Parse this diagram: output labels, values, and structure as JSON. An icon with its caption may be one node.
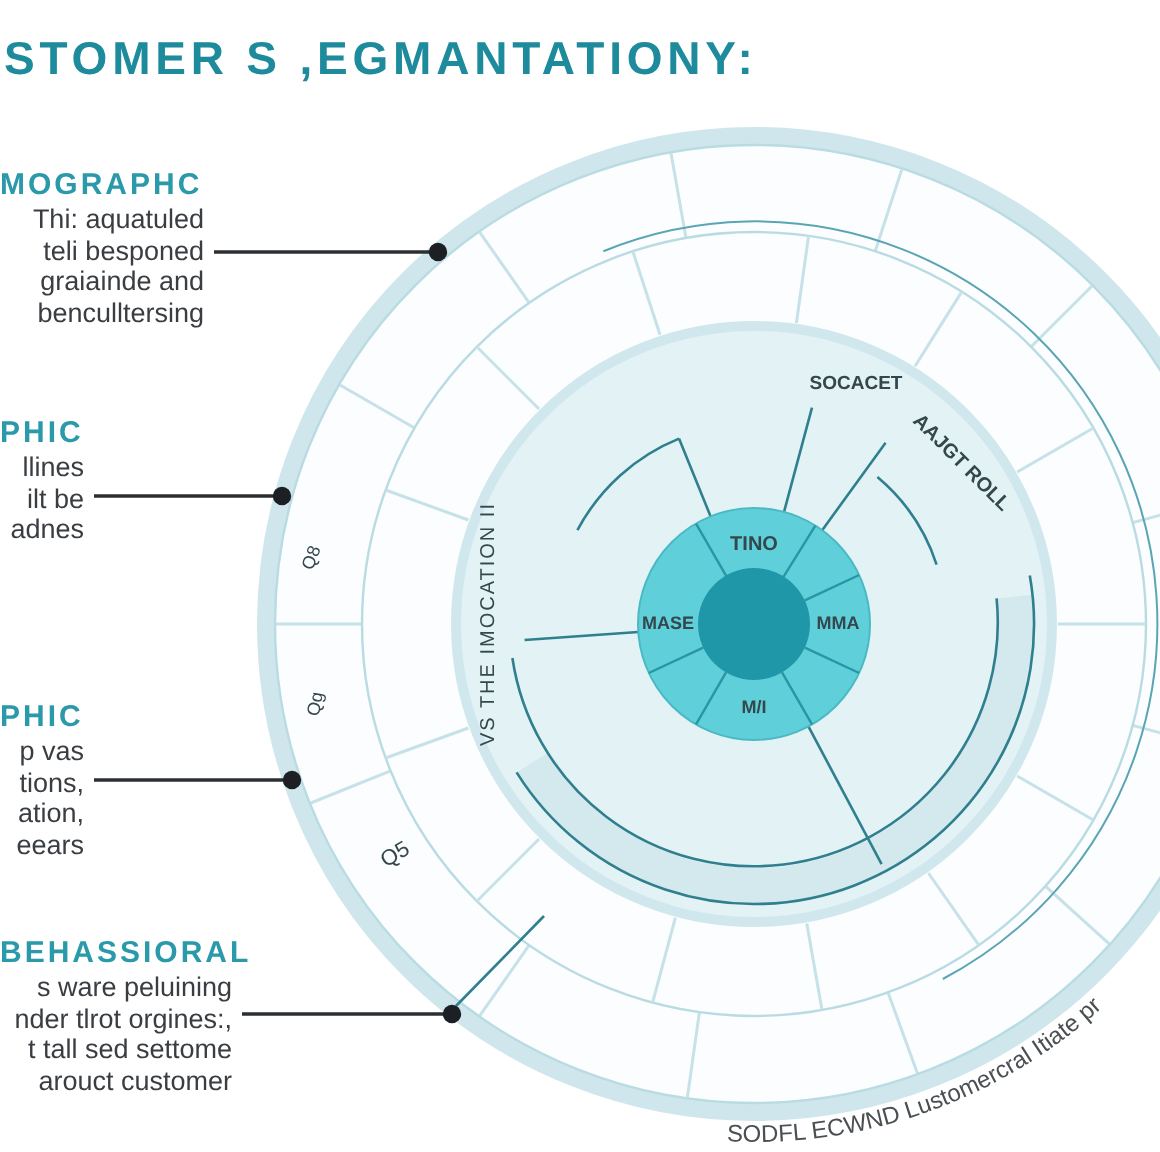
{
  "diagram": {
    "title": "STOMER S ,EGMANTATIONY:",
    "nodes": [
      {
        "text": [
          "MOGRAPHC",
          "Thi: aquatuled teli besponed graiainde and benculltersing"
        ]
      },
      {
        "text": [
          "PHIC",
          "llines ilt be adnes"
        ]
      },
      {
        "text": [
          "PHIC",
          "p vas tions, ation, eears"
        ]
      },
      {
        "text": [
          "BEHASSIORAL",
          "s ware peluining nder tlrot orgines:, t tall sed settome arouct customer"
        ]
      }
    ],
    "edges": [
      {
        "from": 0,
        "to": null,
        "arrow": "other"
      },
      {
        "from": 1,
        "to": null,
        "arrow": "other"
      },
      {
        "from": 2,
        "to": null,
        "arrow": "other"
      },
      {
        "from": 3,
        "to": null,
        "arrow": "other"
      }
    ],
    "labels": [
      "Q8",
      "SOCACET",
      "AAJGT ROLL",
      "TINO",
      "MASE",
      "MMA",
      "VS THE IMOCATION II",
      "Qg",
      "M/I",
      "Q5",
      "SODFL ECWND Lustomercral Itiate pr"
    ]
  }
}
